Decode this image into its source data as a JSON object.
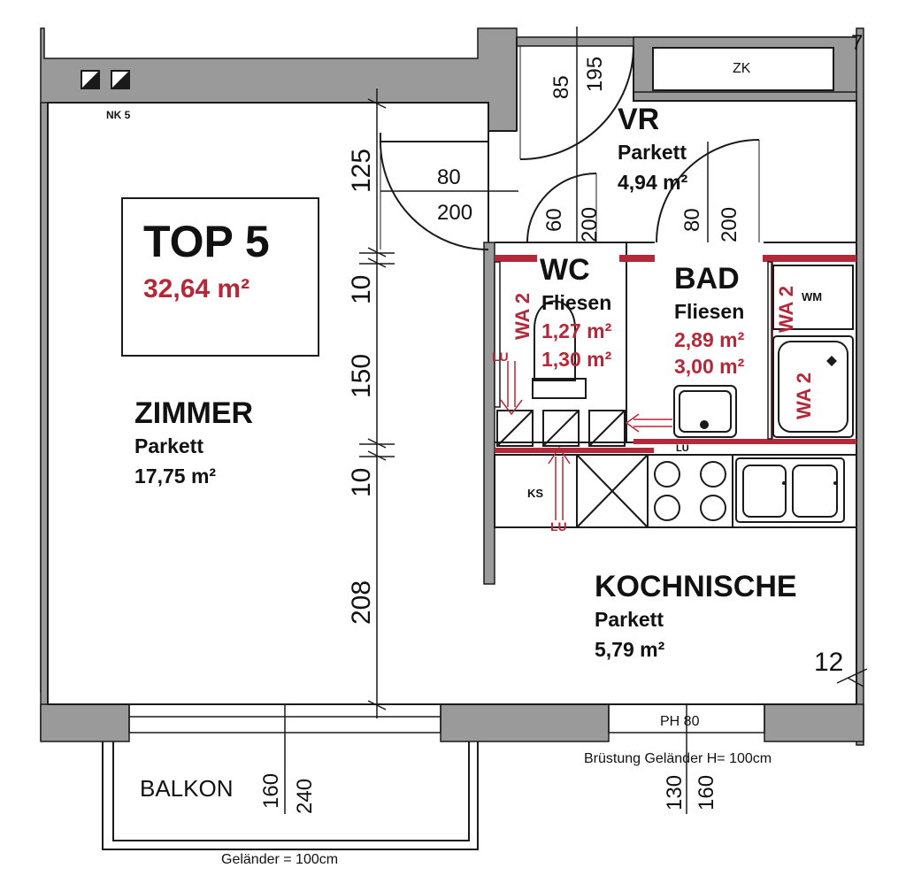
{
  "colors": {
    "wall": "#9a9a9a",
    "line": "#1a1a1a",
    "accent": "#b5283a",
    "background": "#ffffff"
  },
  "unit": {
    "title": "TOP 5",
    "area": "32,64 m²",
    "nk_label": "NK 5"
  },
  "rooms": {
    "zimmer": {
      "name": "ZIMMER",
      "floor": "Parkett",
      "area": "17,75 m²"
    },
    "vr": {
      "name": "VR",
      "floor": "Parkett",
      "area": "4,94 m²"
    },
    "wc": {
      "name": "WC",
      "floor": "Fliesen",
      "area1": "1,27 m²",
      "area2": "1,30 m²"
    },
    "bad": {
      "name": "BAD",
      "floor": "Fliesen",
      "area1": "2,89 m²",
      "area2": "3,00 m²"
    },
    "kochnische": {
      "name": "KOCHNISCHE",
      "floor": "Parkett",
      "area": "5,79 m²"
    },
    "balkon": {
      "name": "BALKON"
    },
    "zk": {
      "name": "ZK"
    }
  },
  "dimensions": {
    "d125": "125",
    "d10a": "10",
    "d150": "150",
    "d10b": "10",
    "d208": "208",
    "entry_width": "80",
    "entry_height": "200",
    "vr_85": "85",
    "vr_195": "195",
    "wc_60": "60",
    "wc_200": "200",
    "bad_80": "80",
    "bad_200": "200",
    "balk_160": "160",
    "balk_240": "240",
    "win_130": "130",
    "win_160": "160",
    "d12": "12",
    "edge_7": "7"
  },
  "annotations": {
    "wa2_wc": "WA 2",
    "wa2_bad_top": "WA 2",
    "wa2_bad_tub": "WA 2",
    "wm": "WM",
    "ks": "KS",
    "lu1": "LU",
    "lu2": "LU",
    "lu3": "LU",
    "ph80": "PH 80",
    "bruestung": "Brüstung Geländer H= 100cm",
    "gelaender": "Geländer = 100cm"
  }
}
